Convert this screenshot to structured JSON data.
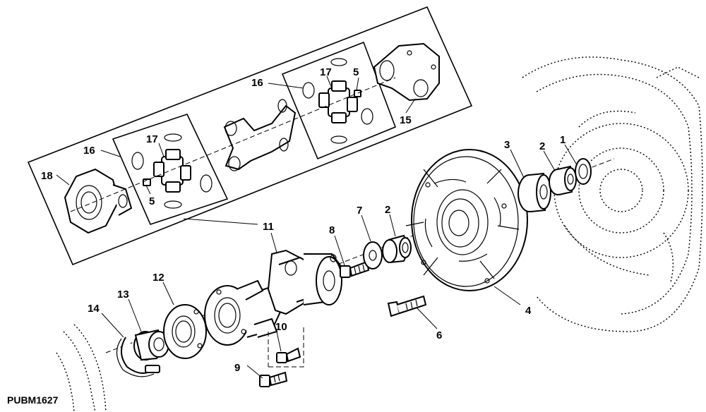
{
  "diagram": {
    "figure_code": "PUBM1627",
    "callouts": {
      "c1": "1",
      "c2a": "2",
      "c2b": "2",
      "c3": "3",
      "c4": "4",
      "c5a": "5",
      "c5b": "5",
      "c6": "6",
      "c7": "7",
      "c8": "8",
      "c9": "9",
      "c10": "10",
      "c11": "11",
      "c12": "12",
      "c13": "13",
      "c14": "14",
      "c15": "15",
      "c16a": "16",
      "c16b": "16",
      "c17a": "17",
      "c17b": "17",
      "c18": "18"
    }
  }
}
